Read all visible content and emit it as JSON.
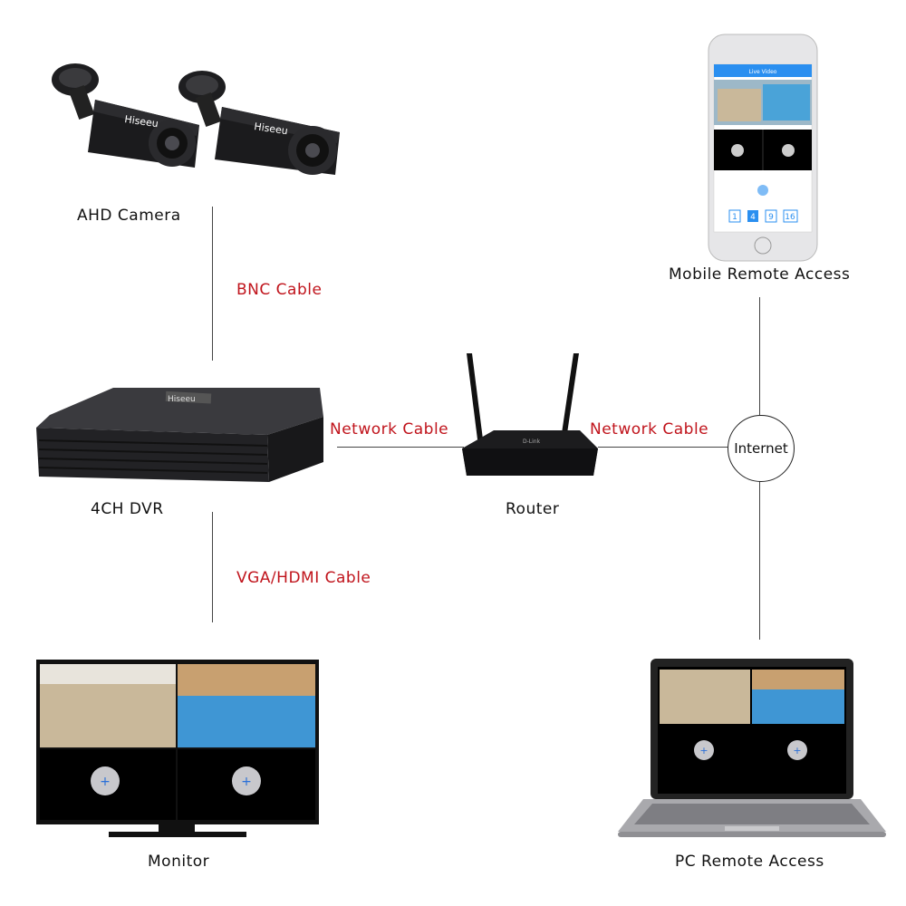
{
  "nodes": {
    "ahd_camera": "AHD Camera",
    "dvr": "4CH DVR",
    "router": "Router",
    "internet": "Internet",
    "mobile": "Mobile Remote Access",
    "monitor": "Monitor",
    "pc": "PC Remote Access"
  },
  "cables": {
    "bnc": "BNC Cable",
    "network_left": "Network Cable",
    "network_right": "Network Cable",
    "vga_hdmi": "VGA/HDMI Cable"
  },
  "brand": "Hiseeu",
  "phone_screen": {
    "title": "Live Video",
    "layout_buttons": [
      "1",
      "4",
      "9",
      "16"
    ]
  },
  "colors": {
    "cable_text": "#c0141c",
    "device_dark": "#1b1b1d",
    "app_blue": "#2a8ff0"
  }
}
